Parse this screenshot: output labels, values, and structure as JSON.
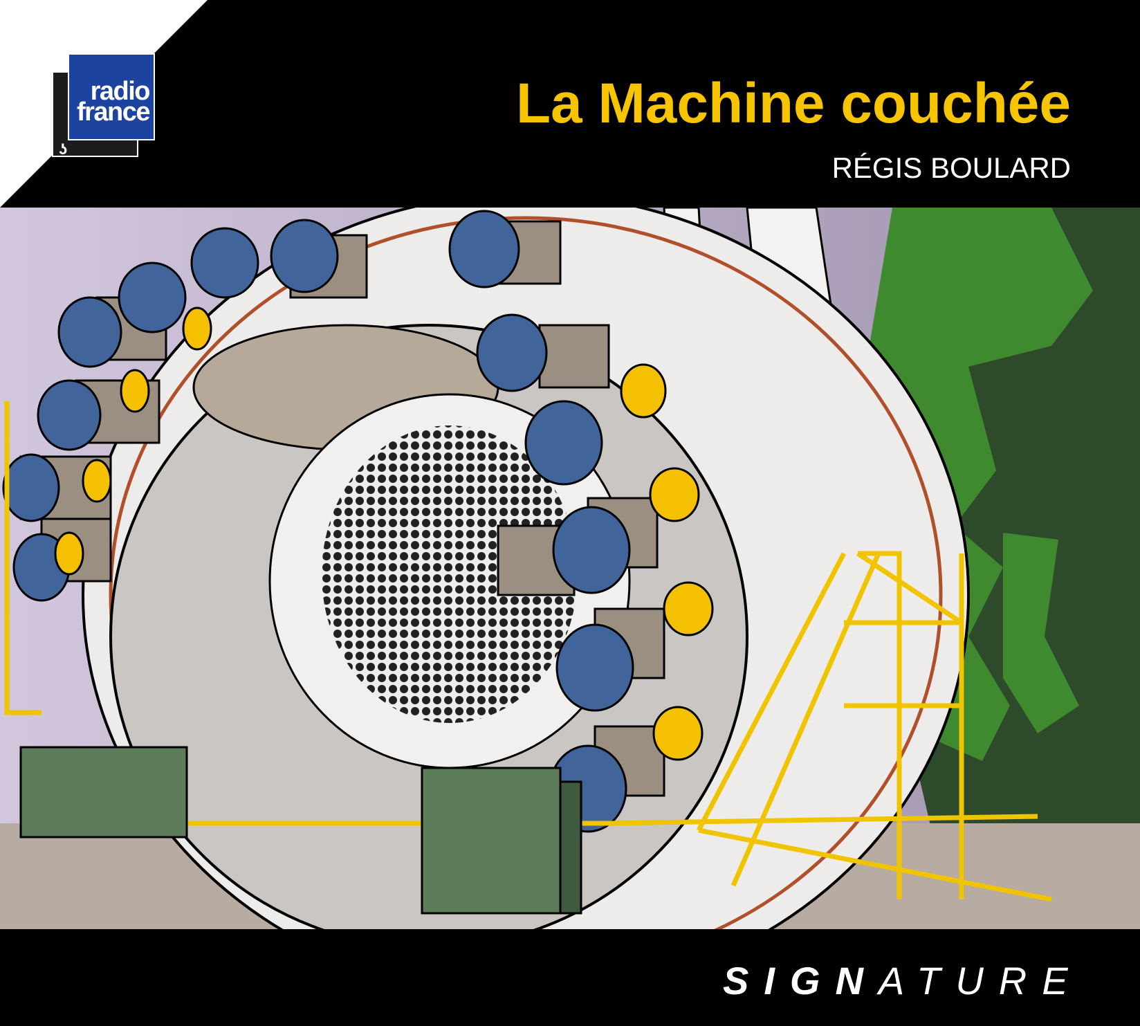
{
  "logo": {
    "line1": "radio",
    "line2": "france",
    "brand_blue": "#1d43a0"
  },
  "title": "La Machine couchée",
  "artist": "RÉGIS BOULARD",
  "label": {
    "bold_part": "SIGN",
    "thin_part": "ATURE"
  },
  "colors": {
    "title": "#f6c400",
    "background": "#000000"
  }
}
